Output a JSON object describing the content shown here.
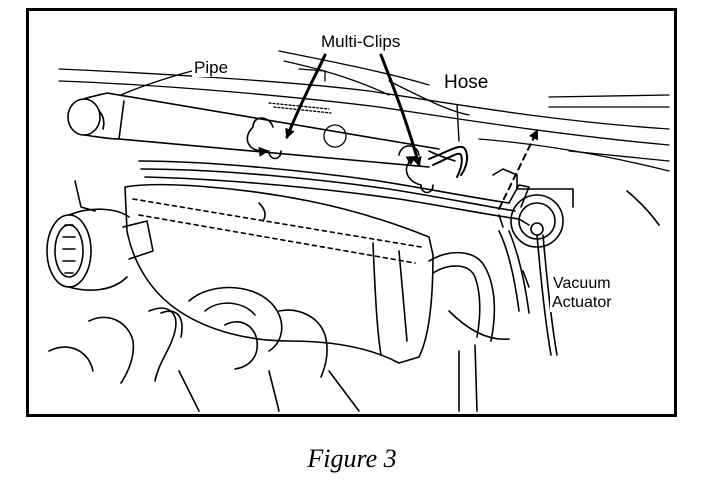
{
  "figure": {
    "caption": "Figure 3",
    "labels": {
      "pipe": "Pipe",
      "multi_clips": "Multi-Clips",
      "hose": "Hose",
      "vacuum_actuator": "Vacuum\nActuator"
    }
  },
  "colors": {
    "ink": "#000000",
    "paper": "#ffffff"
  }
}
